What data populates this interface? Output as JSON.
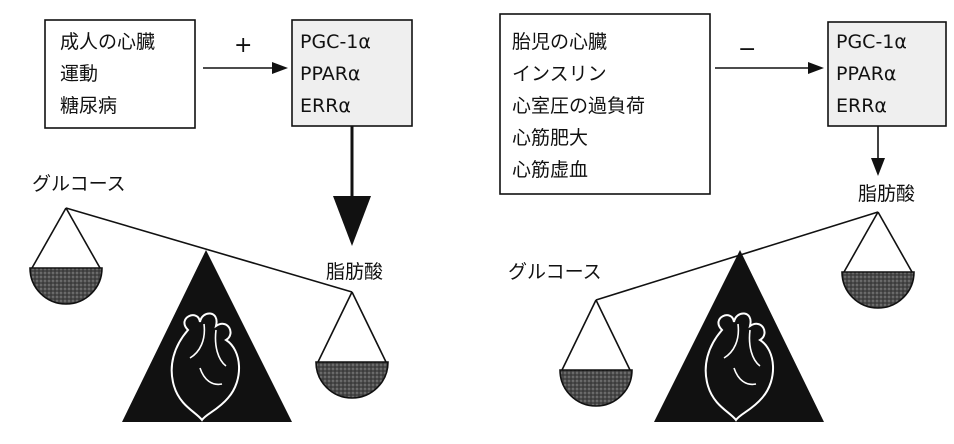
{
  "left_panel": {
    "factors": [
      "成人の心臓",
      "運動",
      "糖尿病"
    ],
    "sign": "+",
    "genes": [
      "PGC-1α",
      "PPARα",
      "ERRα"
    ],
    "glucose_label": "グルコース",
    "fatty_acid_label": "脂肪酸"
  },
  "right_panel": {
    "factors": [
      "胎児の心臓",
      "インスリン",
      "心室圧の過負荷",
      "心筋肥大",
      "心筋虚血"
    ],
    "sign": "−",
    "genes": [
      "PGC-1α",
      "PPARα",
      "ERRα"
    ],
    "glucose_label": "グルコース",
    "fatty_acid_label": "脂肪酸"
  },
  "colors": {
    "ink": "#111111",
    "pan_fill": "#3a3a3a",
    "gene_box_fill": "#efefef"
  },
  "icons": {
    "fulcrum": "triangle-heart-icon"
  }
}
